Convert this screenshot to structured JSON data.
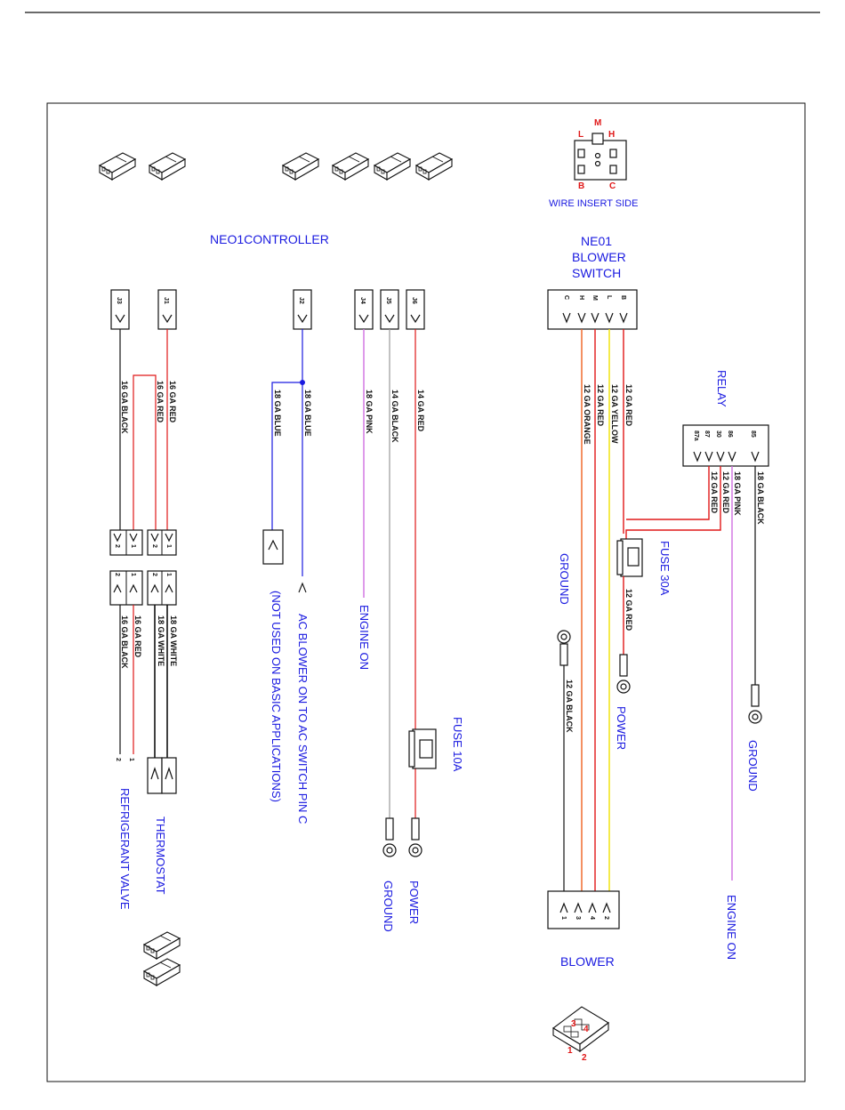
{
  "colors": {
    "label_blue": "#1a1ae0",
    "pin_red": "#e01818",
    "wire_red": "#e01818",
    "wire_black": "#111111",
    "wire_white": "#9a9a9a",
    "wire_blue": "#1a1ae0",
    "wire_pink": "#d070e0",
    "wire_orange": "#f06020",
    "wire_yellow": "#f0e000"
  },
  "switch_connector": {
    "pins": {
      "m": "M",
      "l": "L",
      "h": "H",
      "b": "B",
      "c": "C"
    },
    "caption": "WIRE INSERT SIDE"
  },
  "controller": {
    "title": "NEO1CONTROLLER",
    "connectors": {
      "j3": "J3",
      "j1": "J1",
      "j2": "J2",
      "j4": "J4",
      "j5": "J5",
      "j6": "J6"
    }
  },
  "wires": {
    "j1": "16 GA RED",
    "j1_branch": "16 GA RED",
    "j3": "16 GA BLACK",
    "j2": "18 GA BLUE",
    "j2_branch": "18 GA BLUE",
    "j4": "18 GA PINK",
    "j5": "14 GA BLACK",
    "j6": "14 GA RED",
    "thermo_1": "18 GA WHITE",
    "thermo_2": "18 GA WHITE",
    "valve_red": "16 GA RED",
    "valve_black": "16 GA BLACK",
    "sw_b": "12 GA RED",
    "sw_l": "12 GA YELLOW",
    "sw_m": "12 GA RED",
    "sw_h": "12 GA ORANGE",
    "relay_87": "12 GA RED",
    "relay_30": "12 GA RED",
    "relay_86": "18 GA PINK",
    "relay_85": "18 GA BLACK",
    "fuse30_out": "12 GA RED",
    "blower_ground": "12 GA BLACK"
  },
  "plug_pins": {
    "p1": "1",
    "p2": "2"
  },
  "labels": {
    "ac_blower": "AC BLOWER ON TO AC SWITCH PIN C",
    "not_used": "(NOT USED ON BASIC APPLICATIONS)",
    "engine_on_left": "ENGINE ON",
    "fuse_10a": "FUSE 10A",
    "power_left": "POWER",
    "ground_left": "GROUND",
    "thermostat": "THERMOSTAT",
    "refrigerant_valve": "REFRIGERANT VALVE",
    "ground_mid": "GROUND",
    "fuse_30a": "FUSE 30A",
    "power_right": "POWER",
    "ground_right": "GROUND",
    "engine_on_right": "ENGINE ON",
    "relay": "RELAY",
    "blower": "BLOWER"
  },
  "blower_switch": {
    "title_line1": "NE01",
    "title_line2": "BLOWER",
    "title_line3": "SWITCH",
    "pins": {
      "c": "C",
      "h": "H",
      "m": "M",
      "l": "L",
      "b": "B"
    }
  },
  "relay": {
    "pins": {
      "p87a": "87a",
      "p87": "87",
      "p30": "30",
      "p86": "86",
      "p85": "85"
    }
  },
  "blower_connector": {
    "pins": {
      "p1": "1",
      "p3": "3",
      "p4": "4",
      "p2": "2"
    },
    "iso_pins": {
      "p3": "3",
      "p4": "4",
      "p1": "1",
      "p2": "2"
    }
  }
}
